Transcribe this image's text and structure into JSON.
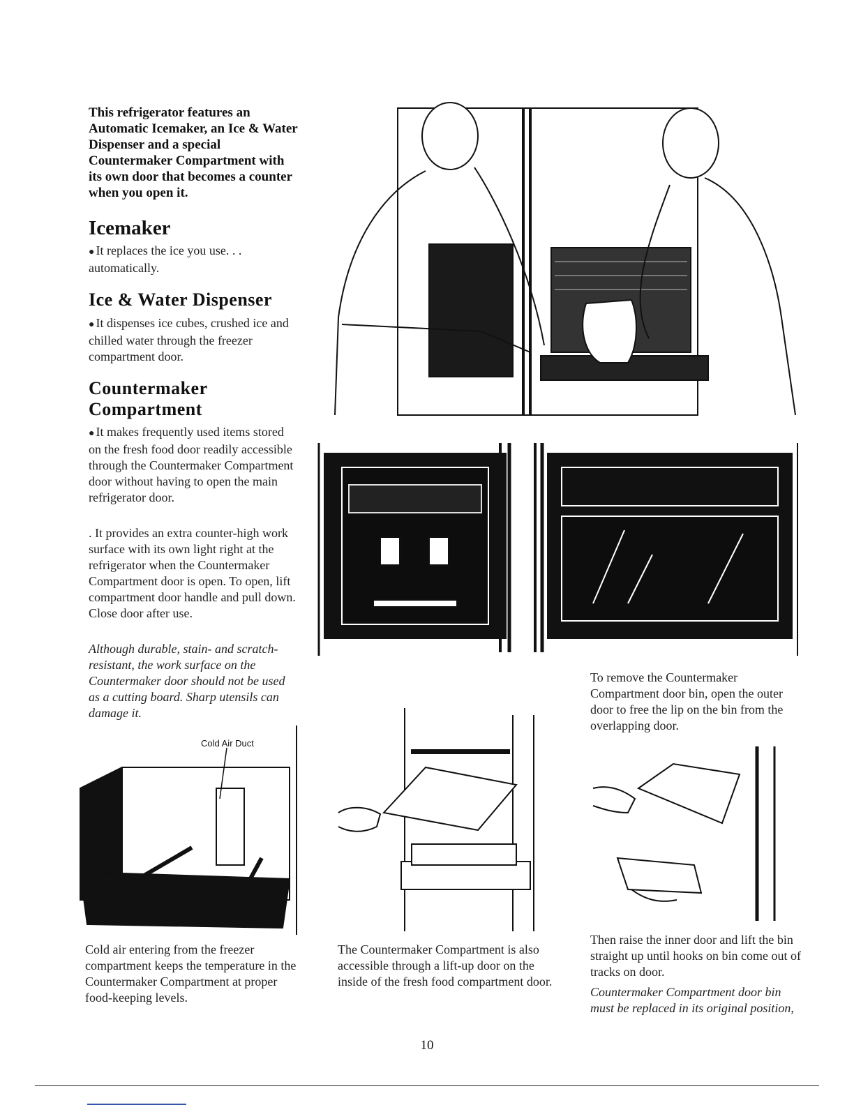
{
  "intro": "This refrigerator features an Automatic Icemaker, an Ice & Water Dispenser and a special Countermaker Compartment with its own door that becomes a counter when you open it.",
  "sections": {
    "icemaker": {
      "heading": "Icemaker",
      "bullet": "It replaces the ice you use. . . automatically."
    },
    "dispenser": {
      "heading": "Ice & Water Dispenser",
      "bullet": "It dispenses ice cubes, crushed ice and chilled water through the freezer compartment door."
    },
    "countermaker": {
      "heading": "Countermaker Compartment",
      "bullet1": "It makes frequently used items stored on the fresh food door readily accessible through the Countermaker Compartment door without having to open the main refrigerator door.",
      "bullet2": ". It provides an extra counter-high work surface with its own light right at the refrigerator when the Countermaker Compartment door is open. To open, lift compartment door handle and pull down. Close door after use.",
      "caution": "Although durable, stain- and scratch-resistant, the work surface on the Countermaker door should not be used as a cutting board. Sharp utensils can damage it."
    }
  },
  "figures": {
    "duct_label": "Cold Air Duct"
  },
  "captions": {
    "remove_bin": "To remove the Countermaker Compartment door bin, open the outer door to free the lip on the bin from the overlapping door.",
    "cold_air": "Cold air entering from the freezer compartment keeps the temperature in the Countermaker Compartment at proper food-keeping levels.",
    "lift_up": "The Countermaker Compartment is also accessible through a lift-up door on the inside of the fresh food compartment door.",
    "raise_door": "Then raise the inner door and lift the bin straight up until hooks on bin come out of tracks on door.",
    "bin_note": "Countermaker Compartment door bin must be replaced in its original position,"
  },
  "page_number": "10"
}
